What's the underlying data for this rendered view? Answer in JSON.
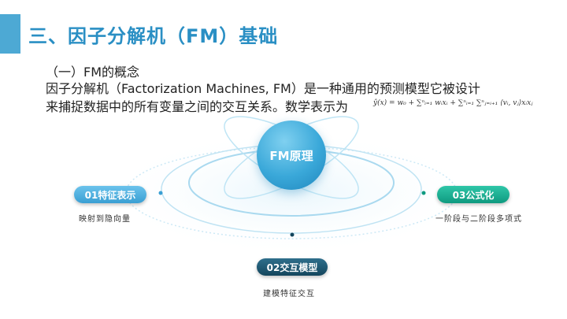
{
  "header": {
    "title": "三、因子分解机（FM）基础"
  },
  "content": {
    "subheading": "（一）FM的概念",
    "paragraph_line1": "因子分解机（Factorization Machines, FM）是一种通用的预测模型它被设计",
    "paragraph_line2": "来捕捉数据中的所有变量之间的交互关系。数学表示为",
    "formula": "ŷ(x) = w₀ + ∑ⁿᵢ₌₁ wᵢxᵢ + ∑ⁿᵢ₌₁ ∑ⁿⱼ₌ᵢ₊₁ ⟨vᵢ, vⱼ⟩xᵢxⱼ"
  },
  "diagram": {
    "center_label": "FM原理",
    "items": [
      {
        "label": "01特征表示",
        "desc": "映射到隐向量"
      },
      {
        "label": "02交互模型",
        "desc": "建模特征交互"
      },
      {
        "label": "03公式化",
        "desc": "一阶段与二阶段多项式"
      }
    ]
  },
  "colors": {
    "accent": "#4da9d4",
    "title": "#2a8fc4",
    "pill1": "#3a9fd3",
    "pill2": "#14465d",
    "pill3": "#0f9a80"
  }
}
